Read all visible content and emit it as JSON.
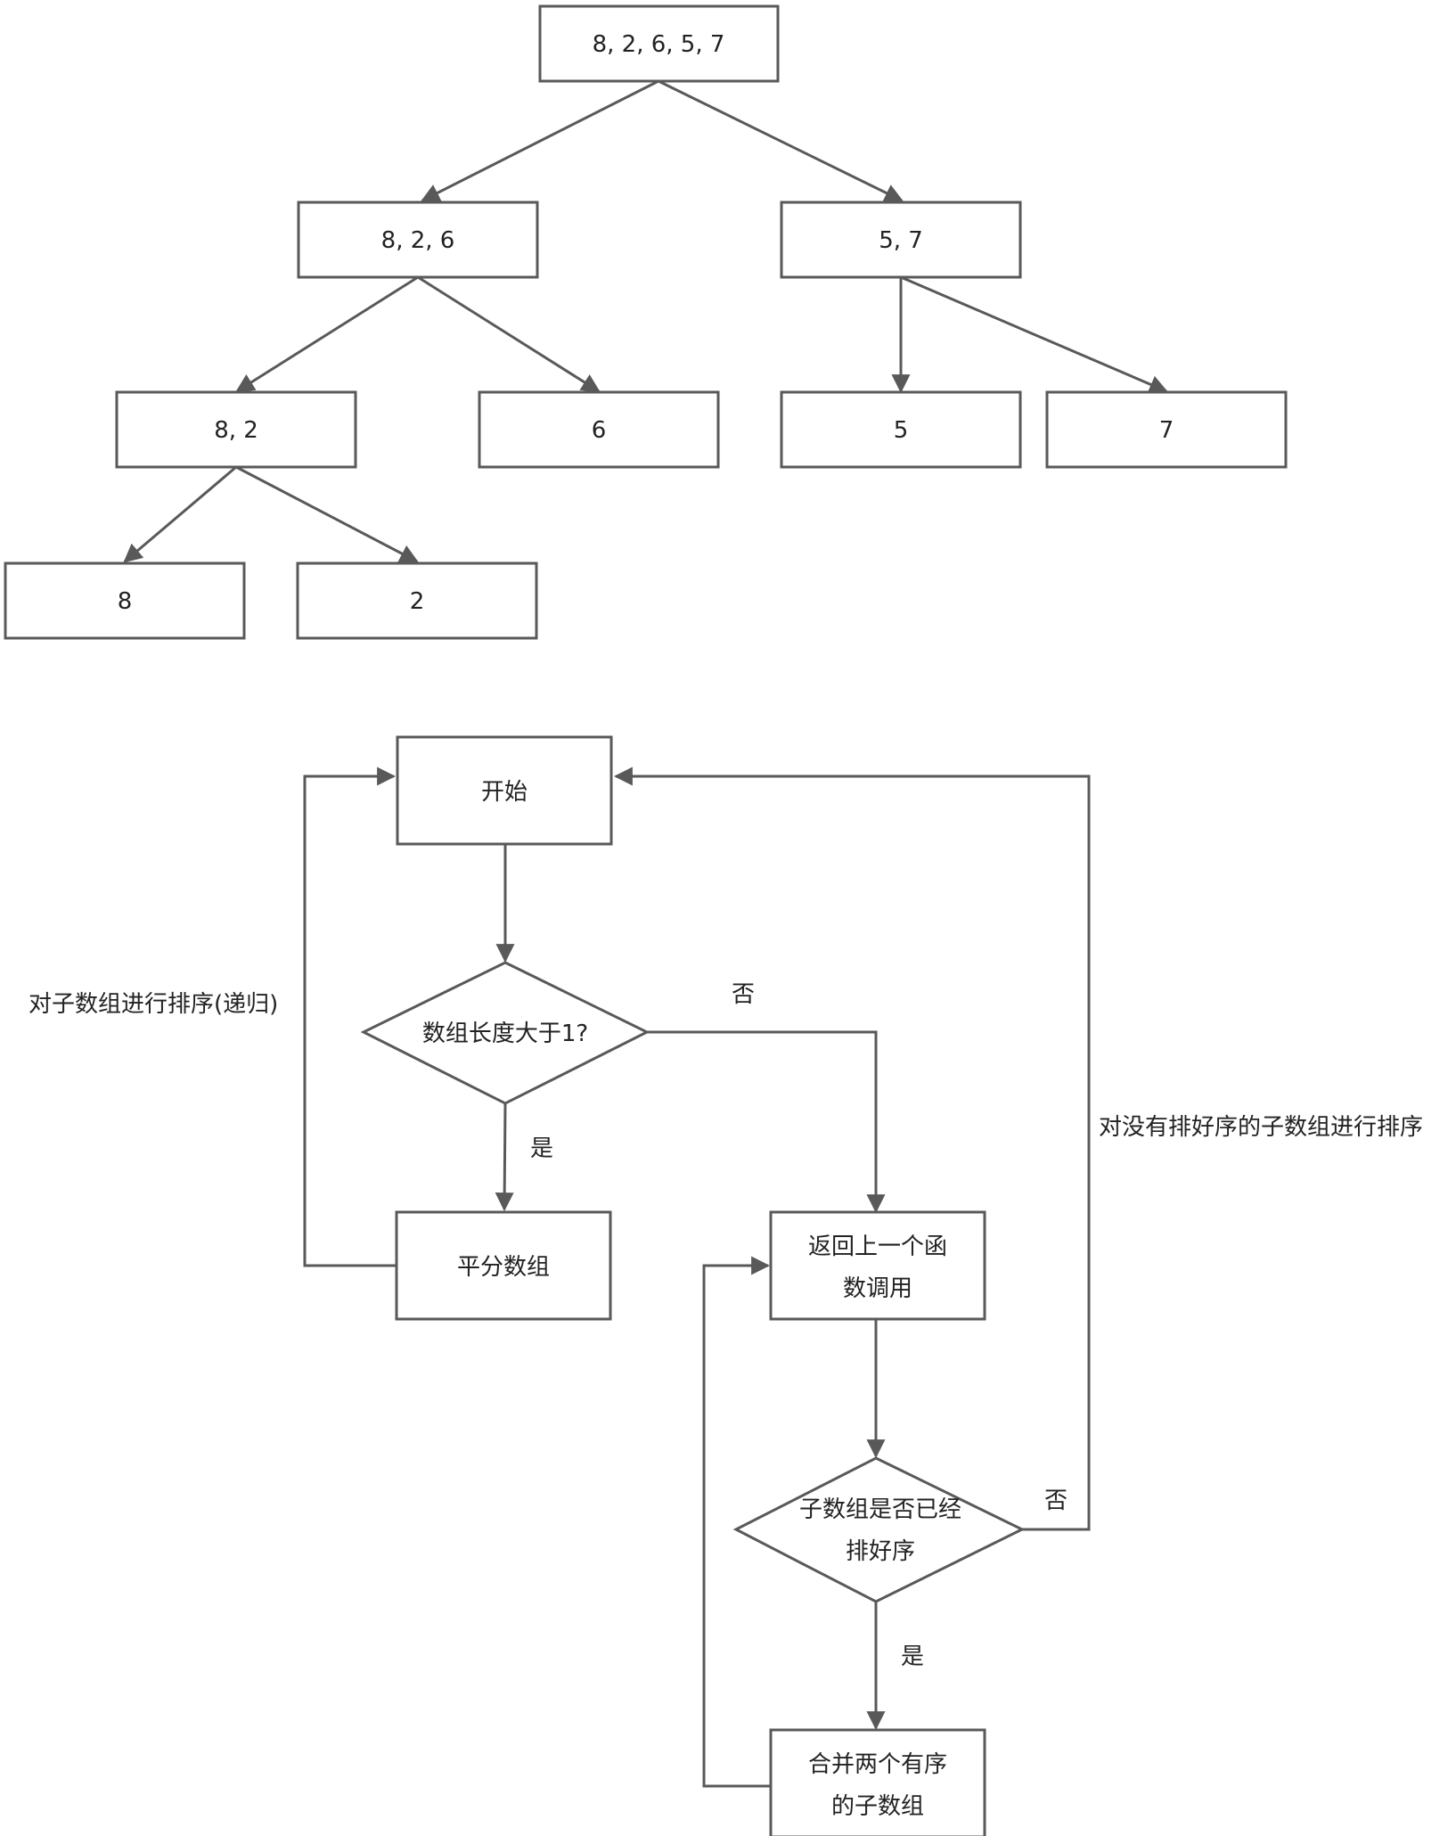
{
  "tree": {
    "root": "8, 2, 6, 5, 7",
    "l1_left": "8, 2, 6",
    "l1_right": "5, 7",
    "l2_a": "8, 2",
    "l2_b": "6",
    "l2_c": "5",
    "l2_d": "7",
    "l3_a": "8",
    "l3_b": "2"
  },
  "flow": {
    "start": "开始",
    "check_len": "数组长度大于1?",
    "split": "平分数组",
    "return_line1": "返回上一个函",
    "return_line2": "数调用",
    "sorted_line1": "子数组是否已经",
    "sorted_line2": "排好序",
    "merge_line1": "合并两个有序",
    "merge_line2": "的子数组",
    "label_recursive": "对子数组进行排序(递归)",
    "label_unsorted": "对没有排好序的子数组进行排序",
    "yes": "是",
    "no": "否"
  }
}
